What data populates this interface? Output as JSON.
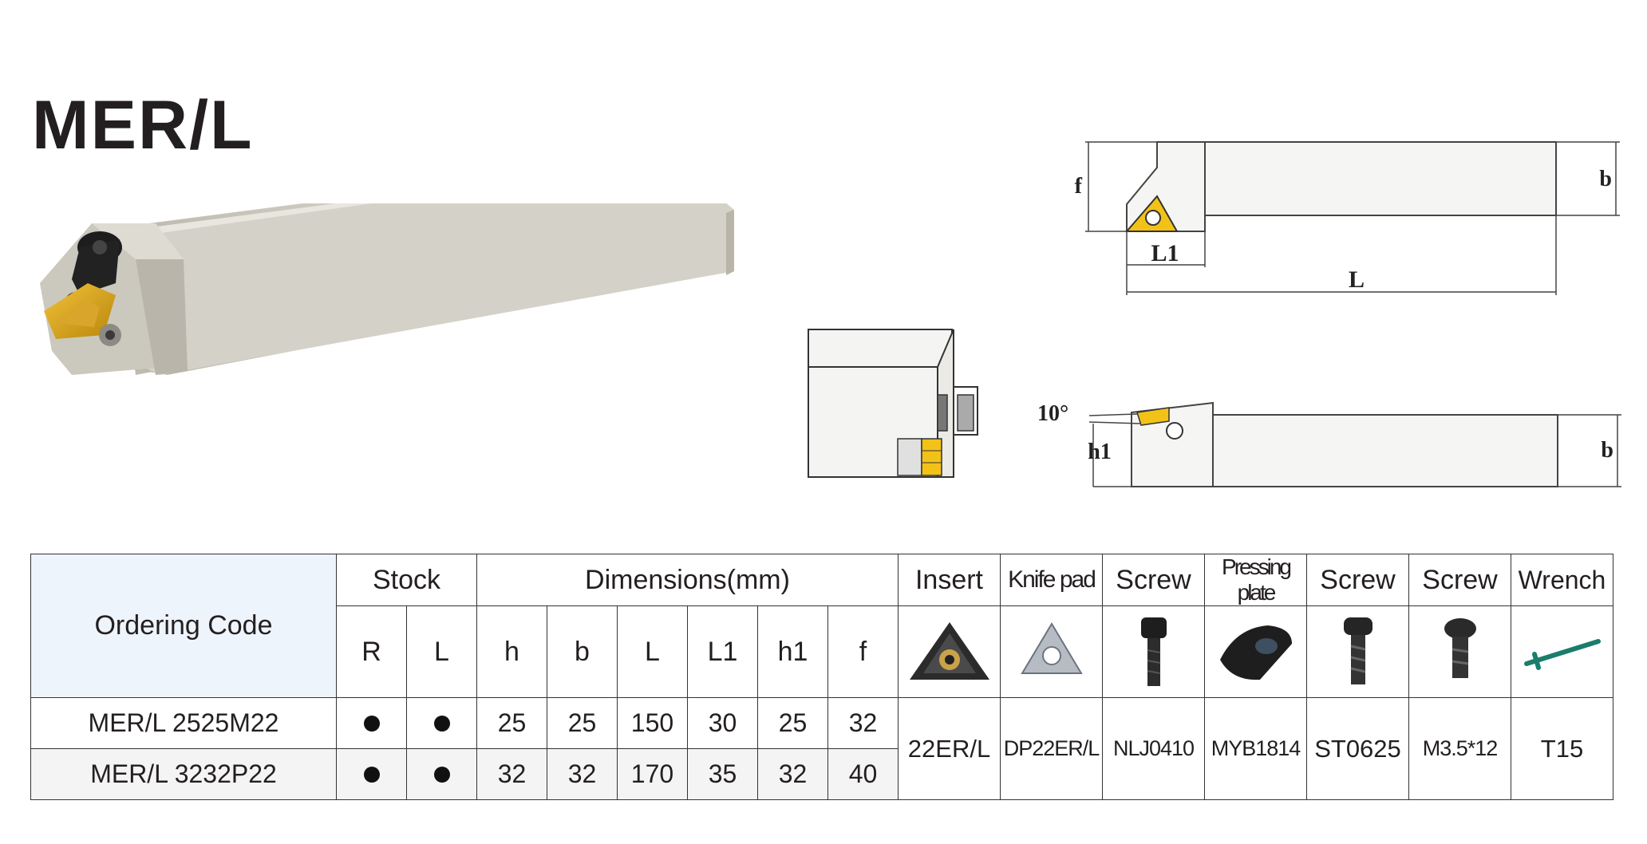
{
  "title": "MER/L",
  "diagram_labels": {
    "f": "f",
    "b": "b",
    "L1": "L1",
    "L": "L",
    "angle": "10°",
    "h1": "h1"
  },
  "table": {
    "ordering_code_header": "Ordering Code",
    "stock_header": "Stock",
    "dimensions_header": "Dimensions(mm)",
    "stock_cols": [
      "R",
      "L"
    ],
    "dim_cols": [
      "h",
      "b",
      "L",
      "L1",
      "h1",
      "f"
    ],
    "accessory_headers": [
      "Insert",
      "Knife pad",
      "Screw",
      "Pressing plate",
      "Screw",
      "Screw",
      "Wrench"
    ],
    "accessory_icons": [
      "insert-icon",
      "knife-pad-icon",
      "screw-icon",
      "pressing-plate-icon",
      "screw-icon",
      "screw-icon",
      "wrench-icon"
    ],
    "rows": [
      {
        "code": "MER/L 2525M22",
        "R": "●",
        "L": "●",
        "dims": [
          "25",
          "25",
          "150",
          "30",
          "25",
          "32"
        ]
      },
      {
        "code": "MER/L 3232P22",
        "R": "●",
        "L": "●",
        "dims": [
          "32",
          "32",
          "170",
          "35",
          "32",
          "40"
        ]
      }
    ],
    "accessories": [
      "22ER/L",
      "DP22ER/L",
      "NLJ0410",
      "MYB1814",
      "ST0625",
      "M3.5*12",
      "T15"
    ]
  }
}
